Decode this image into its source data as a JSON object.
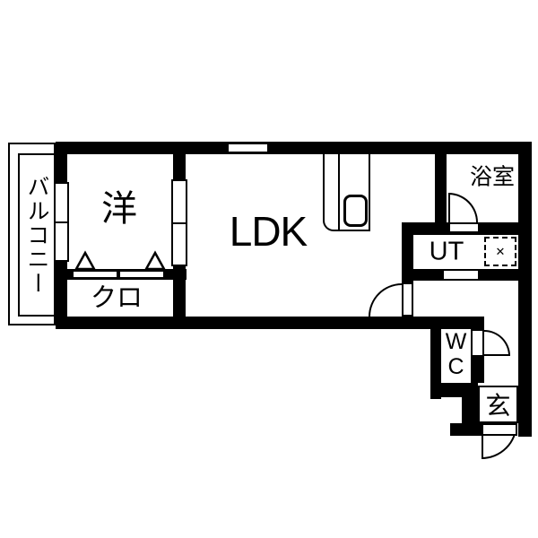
{
  "plan": {
    "rooms": {
      "balcony": {
        "label": "バルコニー"
      },
      "western": {
        "label": "洋"
      },
      "ldk": {
        "label": "LDK"
      },
      "closet": {
        "label": "クロ"
      },
      "bath": {
        "label": "浴室"
      },
      "utility": {
        "label": "UT"
      },
      "toilet": {
        "label": "WC"
      },
      "entrance": {
        "label": "玄"
      }
    },
    "symbols": {
      "washer_mark": "✕"
    },
    "colors": {
      "wall": "#000000",
      "background": "#ffffff",
      "line": "#000000"
    }
  }
}
